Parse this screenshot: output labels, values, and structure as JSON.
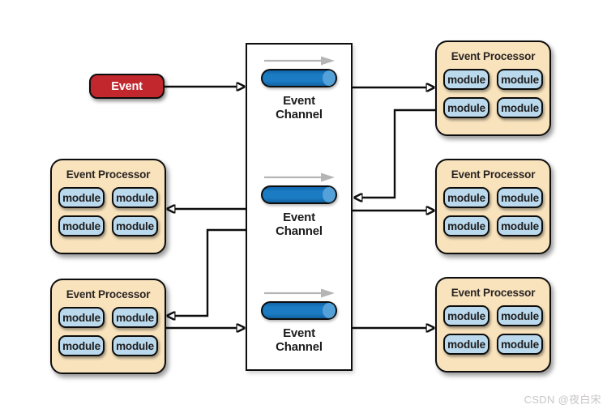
{
  "diagram": {
    "type": "event-driven-architecture-broker-topology",
    "background": "#ffffff"
  },
  "colors": {
    "event_fill": "#c1272d",
    "processor_fill": "#f8e3bd",
    "module_fill": "#bad9ec",
    "cylinder_fill": "#1b7cc4",
    "cylinder_cap": "#54a1d9",
    "connector": "#0d0d0d",
    "flow_arrow_gray": "#b5b5b5",
    "watermark": "#c9c5c5"
  },
  "event_node": {
    "label": "Event"
  },
  "channel_column": {
    "channels": [
      {
        "label": "Event\nChannel"
      },
      {
        "label": "Event\nChannel"
      },
      {
        "label": "Event\nChannel"
      }
    ]
  },
  "processors": [
    {
      "position": "left-middle",
      "title": "Event Processor",
      "modules": [
        "module",
        "module",
        "module",
        "module"
      ]
    },
    {
      "position": "left-bottom",
      "title": "Event Processor",
      "modules": [
        "module",
        "module",
        "module",
        "module"
      ]
    },
    {
      "position": "right-top",
      "title": "Event Processor",
      "modules": [
        "module",
        "module",
        "module",
        "module"
      ]
    },
    {
      "position": "right-middle",
      "title": "Event Processor",
      "modules": [
        "module",
        "module",
        "module",
        "module"
      ]
    },
    {
      "position": "right-bottom",
      "title": "Event Processor",
      "modules": [
        "module",
        "module",
        "module",
        "module"
      ]
    }
  ],
  "connections": [
    {
      "from": "event",
      "to": "event-channel-1"
    },
    {
      "from": "event-channel-1",
      "to": "processor-right-top"
    },
    {
      "from": "processor-right-top",
      "to": "event-channel-2"
    },
    {
      "from": "event-channel-2",
      "to": "processor-right-middle"
    },
    {
      "from": "event-channel-2",
      "to": "processor-left-middle"
    },
    {
      "from": "event-channel-2",
      "to": "processor-left-bottom"
    },
    {
      "from": "processor-left-bottom",
      "to": "event-channel-3"
    },
    {
      "from": "event-channel-3",
      "to": "processor-right-bottom"
    }
  ],
  "watermark": {
    "text": "CSDN @夜白宋"
  }
}
